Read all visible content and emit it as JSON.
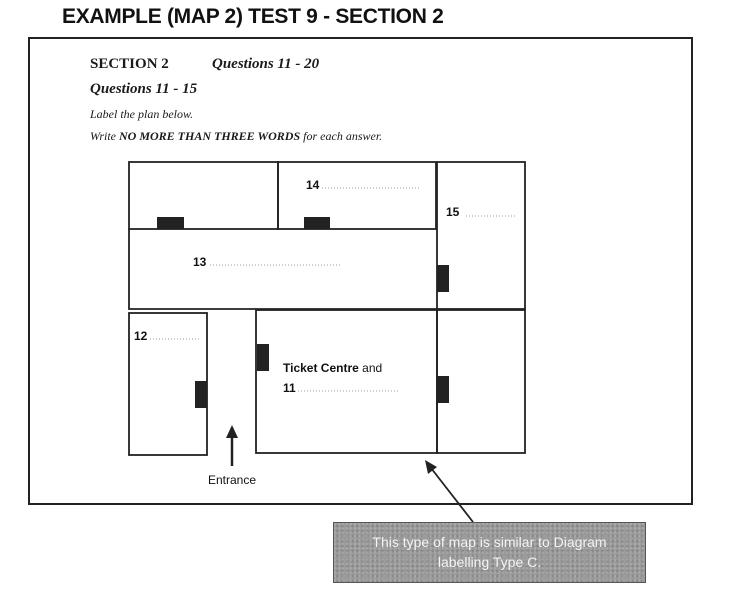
{
  "page_title": "EXAMPLE (MAP 2) TEST 9 - SECTION 2",
  "section": {
    "heading": "SECTION 2",
    "questions": "Questions 11 - 20"
  },
  "subsection": {
    "range": "Questions 11 - 15",
    "instruction_1": "Label the plan below.",
    "instruction_2_prefix": "Write",
    "instruction_2_bold": "NO MORE THAN THREE WORDS",
    "instruction_2_suffix": "for each answer."
  },
  "plan": {
    "labels": {
      "q11": "11",
      "q12": "12",
      "q13": "13",
      "q14": "14",
      "q15": "15",
      "ticket_bold": "Ticket Centre",
      "ticket_normal": " and",
      "entrance": "Entrance"
    }
  },
  "callout": {
    "line1": "This type of map is similar to Diagram",
    "line2": "labelling Type C."
  },
  "colors": {
    "line": "#222222",
    "door": "#222222",
    "callout_bg": "#9a9a9a"
  }
}
